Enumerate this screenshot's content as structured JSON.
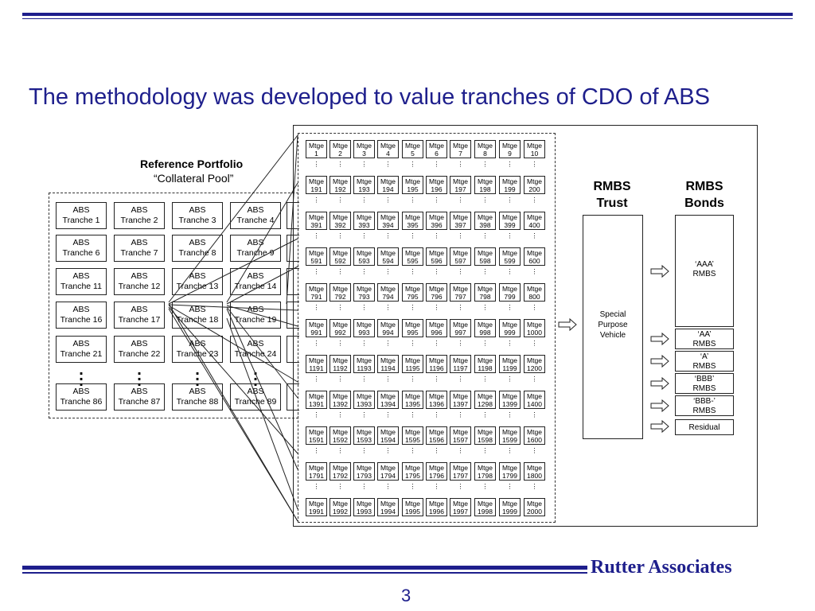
{
  "title": "The methodology was developed to value tranches of CDO of ABS",
  "reference_portfolio": {
    "title": "Reference Portfolio",
    "subtitle": "“Collateral Pool”"
  },
  "tranche_rows": [
    [
      "ABS\nTranche 1",
      "ABS\nTranche 2",
      "ABS\nTranche 3",
      "ABS\nTranche 4"
    ],
    [
      "ABS\nTranche 6",
      "ABS\nTranche 7",
      "ABS\nTranche 8",
      "ABS\nTranche 9"
    ],
    [
      "ABS\nTranche 11",
      "ABS\nTranche 12",
      "ABS\nTranche 13",
      "ABS\nTranche 14"
    ],
    [
      "ABS\nTranche 16",
      "ABS\nTranche 17",
      "ABS\nTranche 18",
      "ABS\nTranche 19"
    ],
    [
      "ABS\nTranche 21",
      "ABS\nTranche 22",
      "ABS\nTranche 23",
      "ABS\nTranche 24"
    ],
    [
      "ABS\nTranche 86",
      "ABS\nTranche 87",
      "ABS\nTranche 88",
      "ABS\nTranche 89"
    ]
  ],
  "mortgage_rows": [
    [
      "Mtge\n1",
      "Mtge\n2",
      "Mtge\n3",
      "Mtge\n4",
      "Mtge\n5",
      "Mtge\n6",
      "Mtge\n7",
      "Mtge\n8",
      "Mtge\n9",
      "Mtge\n10"
    ],
    [
      "Mtge\n191",
      "Mtge\n192",
      "Mtge\n193",
      "Mtge\n194",
      "Mtge\n195",
      "Mtge\n196",
      "Mtge\n197",
      "Mtge\n198",
      "Mtge\n199",
      "Mtge\n200"
    ],
    [
      "Mtge\n391",
      "Mtge\n392",
      "Mtge\n393",
      "Mtge\n394",
      "Mtge\n395",
      "Mtge\n396",
      "Mtge\n397",
      "Mtge\n398",
      "Mtge\n399",
      "Mtge\n400"
    ],
    [
      "Mtge\n591",
      "Mtge\n592",
      "Mtge\n593",
      "Mtge\n594",
      "Mtge\n595",
      "Mtge\n596",
      "Mtge\n597",
      "Mtge\n598",
      "Mtge\n599",
      "Mtge\n600"
    ],
    [
      "Mtge\n791",
      "Mtge\n792",
      "Mtge\n793",
      "Mtge\n794",
      "Mtge\n795",
      "Mtge\n796",
      "Mtge\n797",
      "Mtge\n798",
      "Mtge\n799",
      "Mtge\n800"
    ],
    [
      "Mtge\n991",
      "Mtge\n992",
      "Mtge\n993",
      "Mtge\n994",
      "Mtge\n995",
      "Mtge\n996",
      "Mtge\n997",
      "Mtge\n998",
      "Mtge\n999",
      "Mtge\n1000"
    ],
    [
      "Mtge\n1191",
      "Mtge\n1192",
      "Mtge\n1193",
      "Mtge\n1194",
      "Mtge\n1195",
      "Mtge\n1196",
      "Mtge\n1197",
      "Mtge\n1198",
      "Mtge\n1199",
      "Mtge\n1200"
    ],
    [
      "Mtge\n1391",
      "Mtge\n1392",
      "Mtge\n1393",
      "Mtge\n1394",
      "Mtge\n1395",
      "Mtge\n1396",
      "Mtge\n1397",
      "Mtge\n1298",
      "Mtge\n1399",
      "Mtge\n1400"
    ],
    [
      "Mtge\n1591",
      "Mtge\n1592",
      "Mtge\n1593",
      "Mtge\n1594",
      "Mtge\n1595",
      "Mtge\n1596",
      "Mtge\n1597",
      "Mtge\n1598",
      "Mtge\n1599",
      "Mtge\n1600"
    ],
    [
      "Mtge\n1791",
      "Mtge\n1792",
      "Mtge\n1793",
      "Mtge\n1794",
      "Mtge\n1795",
      "Mtge\n1796",
      "Mtge\n1797",
      "Mtge\n1798",
      "Mtge\n1799",
      "Mtge\n1800"
    ],
    [
      "Mtge\n1991",
      "Mtge\n1992",
      "Mtge\n1993",
      "Mtge\n1994",
      "Mtge\n1995",
      "Mtge\n1996",
      "Mtge\n1997",
      "Mtge\n1998",
      "Mtge\n1999",
      "Mtge\n2000"
    ]
  ],
  "rmbs_trust": {
    "heading": "RMBS\nTrust",
    "box_label": "Special\nPurpose\nVehicle"
  },
  "rmbs_bonds": {
    "heading": "RMBS\nBonds",
    "items": [
      "‘AAA’\nRMBS",
      "‘AA’\nRMBS",
      "‘A’\nRMBS",
      "‘BBB’\nRMBS",
      "‘BBB-’\nRMBS",
      "Residual"
    ]
  },
  "footer": {
    "brand": "Rutter Associates",
    "page_number": "3"
  },
  "colors": {
    "accent": "#1e1f8c",
    "line": "#222222"
  }
}
